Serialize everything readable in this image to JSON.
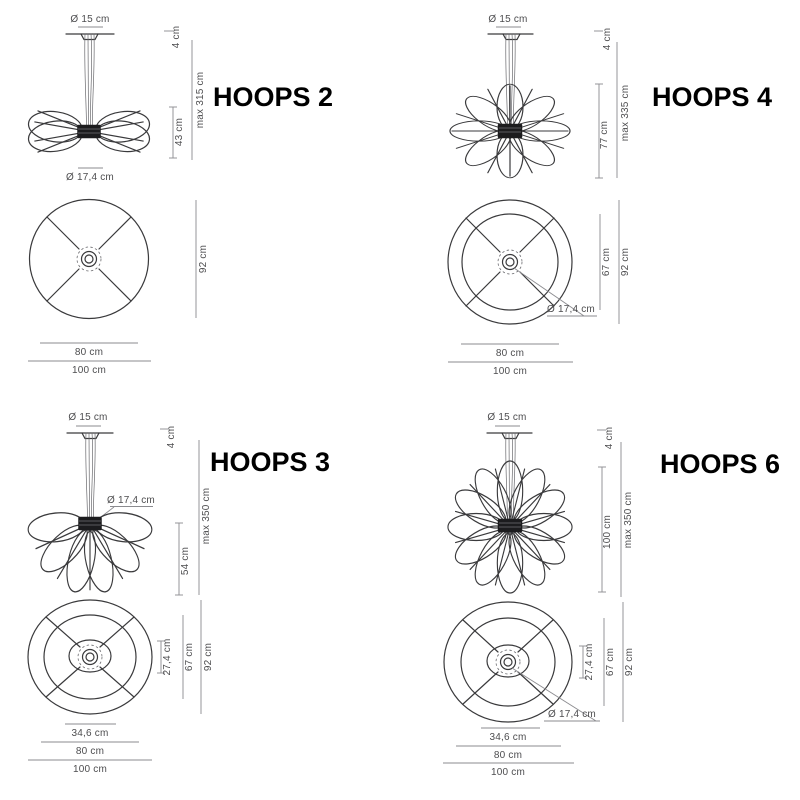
{
  "colors": {
    "background": "#ffffff",
    "drawing_line": "#3a3a3c",
    "dimension_line": "#8b8b8f",
    "dimension_text": "#4d4d4f",
    "title_text": "#000000",
    "hub_fill": "#1c1c1e"
  },
  "hoops2": {
    "title": "HOOPS 2",
    "canopy_d": "Ø 15 cm",
    "canopy_h": "4 cm",
    "max_h": "max 315 cm",
    "body_h": "43 cm",
    "hub_d": "Ø 17,4 cm",
    "top_d": "92 cm",
    "w80": "80 cm",
    "w100": "100 cm"
  },
  "hoops4": {
    "title": "HOOPS 4",
    "canopy_d": "Ø 15 cm",
    "canopy_h": "4 cm",
    "max_h": "max 335 cm",
    "body_h": "77 cm",
    "hub_d": "Ø 17,4 cm",
    "top_d67": "67 cm",
    "top_d": "92 cm",
    "w80": "80 cm",
    "w100": "100 cm"
  },
  "hoops3": {
    "title": "HOOPS 3",
    "canopy_d": "Ø 15 cm",
    "canopy_h": "4 cm",
    "hub_d": "Ø 17,4 cm",
    "max_h": "max 350 cm",
    "body_h": "54 cm",
    "top_d274": "27,4 cm",
    "top_d67": "67 cm",
    "top_d": "92 cm",
    "w346": "34,6 cm",
    "w80": "80 cm",
    "w100": "100 cm"
  },
  "hoops6": {
    "title": "HOOPS 6",
    "canopy_d": "Ø 15 cm",
    "canopy_h": "4 cm",
    "max_h": "max 350 cm",
    "body_h": "100 cm",
    "hub_d": "Ø 17,4 cm",
    "top_d274": "27,4 cm",
    "top_d67": "67 cm",
    "top_d": "92 cm",
    "w346": "34,6 cm",
    "w80": "80 cm",
    "w100": "100 cm"
  }
}
